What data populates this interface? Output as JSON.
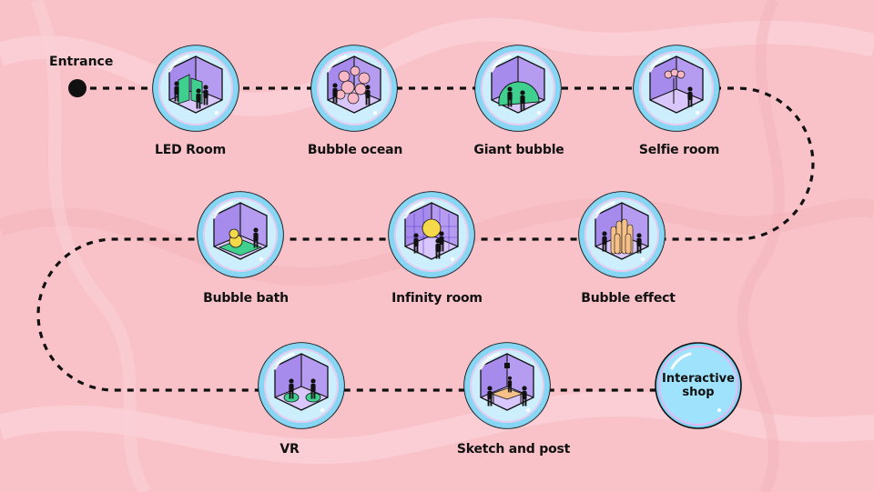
{
  "entrance": {
    "label": "Entrance"
  },
  "stops": [
    {
      "label": "LED Room",
      "icon": "led-room-icon"
    },
    {
      "label": "Bubble ocean",
      "icon": "bubble-ocean-icon"
    },
    {
      "label": "Giant bubble",
      "icon": "giant-bubble-icon"
    },
    {
      "label": "Selfie room",
      "icon": "selfie-room-icon"
    },
    {
      "label": "Bubble bath",
      "icon": "bubble-bath-icon"
    },
    {
      "label": "Infinity room",
      "icon": "infinity-room-icon"
    },
    {
      "label": "Bubble effect",
      "icon": "bubble-effect-icon"
    },
    {
      "label": "VR",
      "icon": "vr-icon"
    },
    {
      "label": "Sketch and post",
      "icon": "sketch-and-post-icon"
    }
  ],
  "final_stop": {
    "label": "Interactive shop"
  },
  "colors": {
    "background": "#f8c2c8",
    "path": "#111111",
    "bubble_rim": "#7fd3f2",
    "room_wall": "#b69cf0",
    "room_floor": "#d9c6fb",
    "accent_green": "#3fcf8e",
    "accent_pink": "#f7b7c4",
    "accent_yellow": "#f5d94a"
  }
}
